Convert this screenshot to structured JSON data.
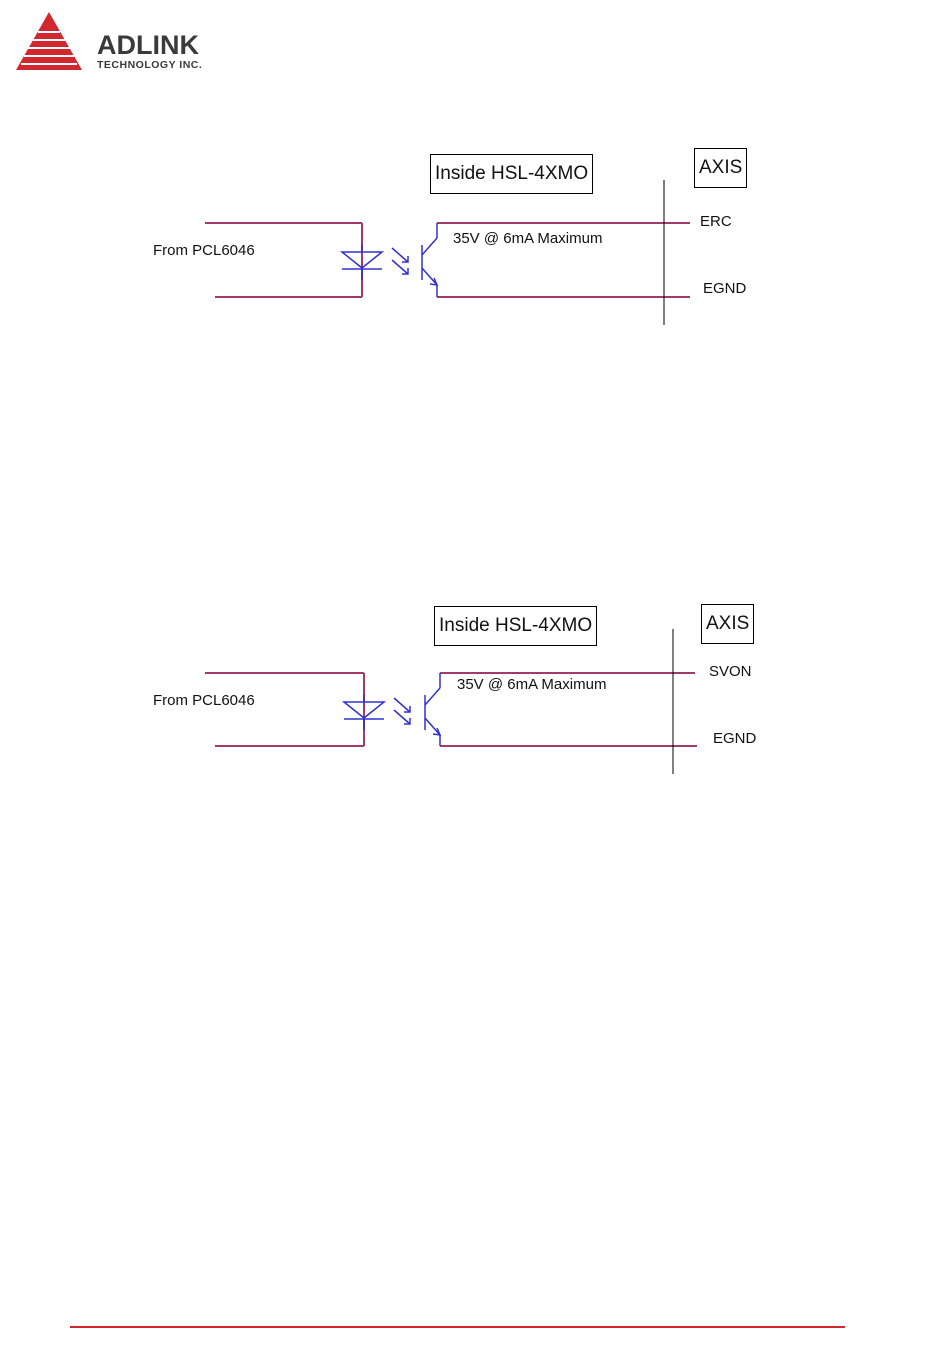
{
  "logo": {
    "name": "ADLINK",
    "subtitle": "TECHNOLOGY INC."
  },
  "colors": {
    "brand_red": "#d1272f",
    "wire": "#a23a6a",
    "component": "#3030d0"
  },
  "diagrams": [
    {
      "inside_label": "Inside HSL-4XMO",
      "axis_label": "AXIS",
      "source_label": "From PCL6046",
      "rating_label": "35V @ 6mA Maximum",
      "signal_label": "ERC",
      "ground_label": "EGND"
    },
    {
      "inside_label": "Inside HSL-4XMO",
      "axis_label": "AXIS",
      "source_label": "From PCL6046",
      "rating_label": "35V @ 6mA Maximum",
      "signal_label": "SVON",
      "ground_label": "EGND"
    }
  ]
}
